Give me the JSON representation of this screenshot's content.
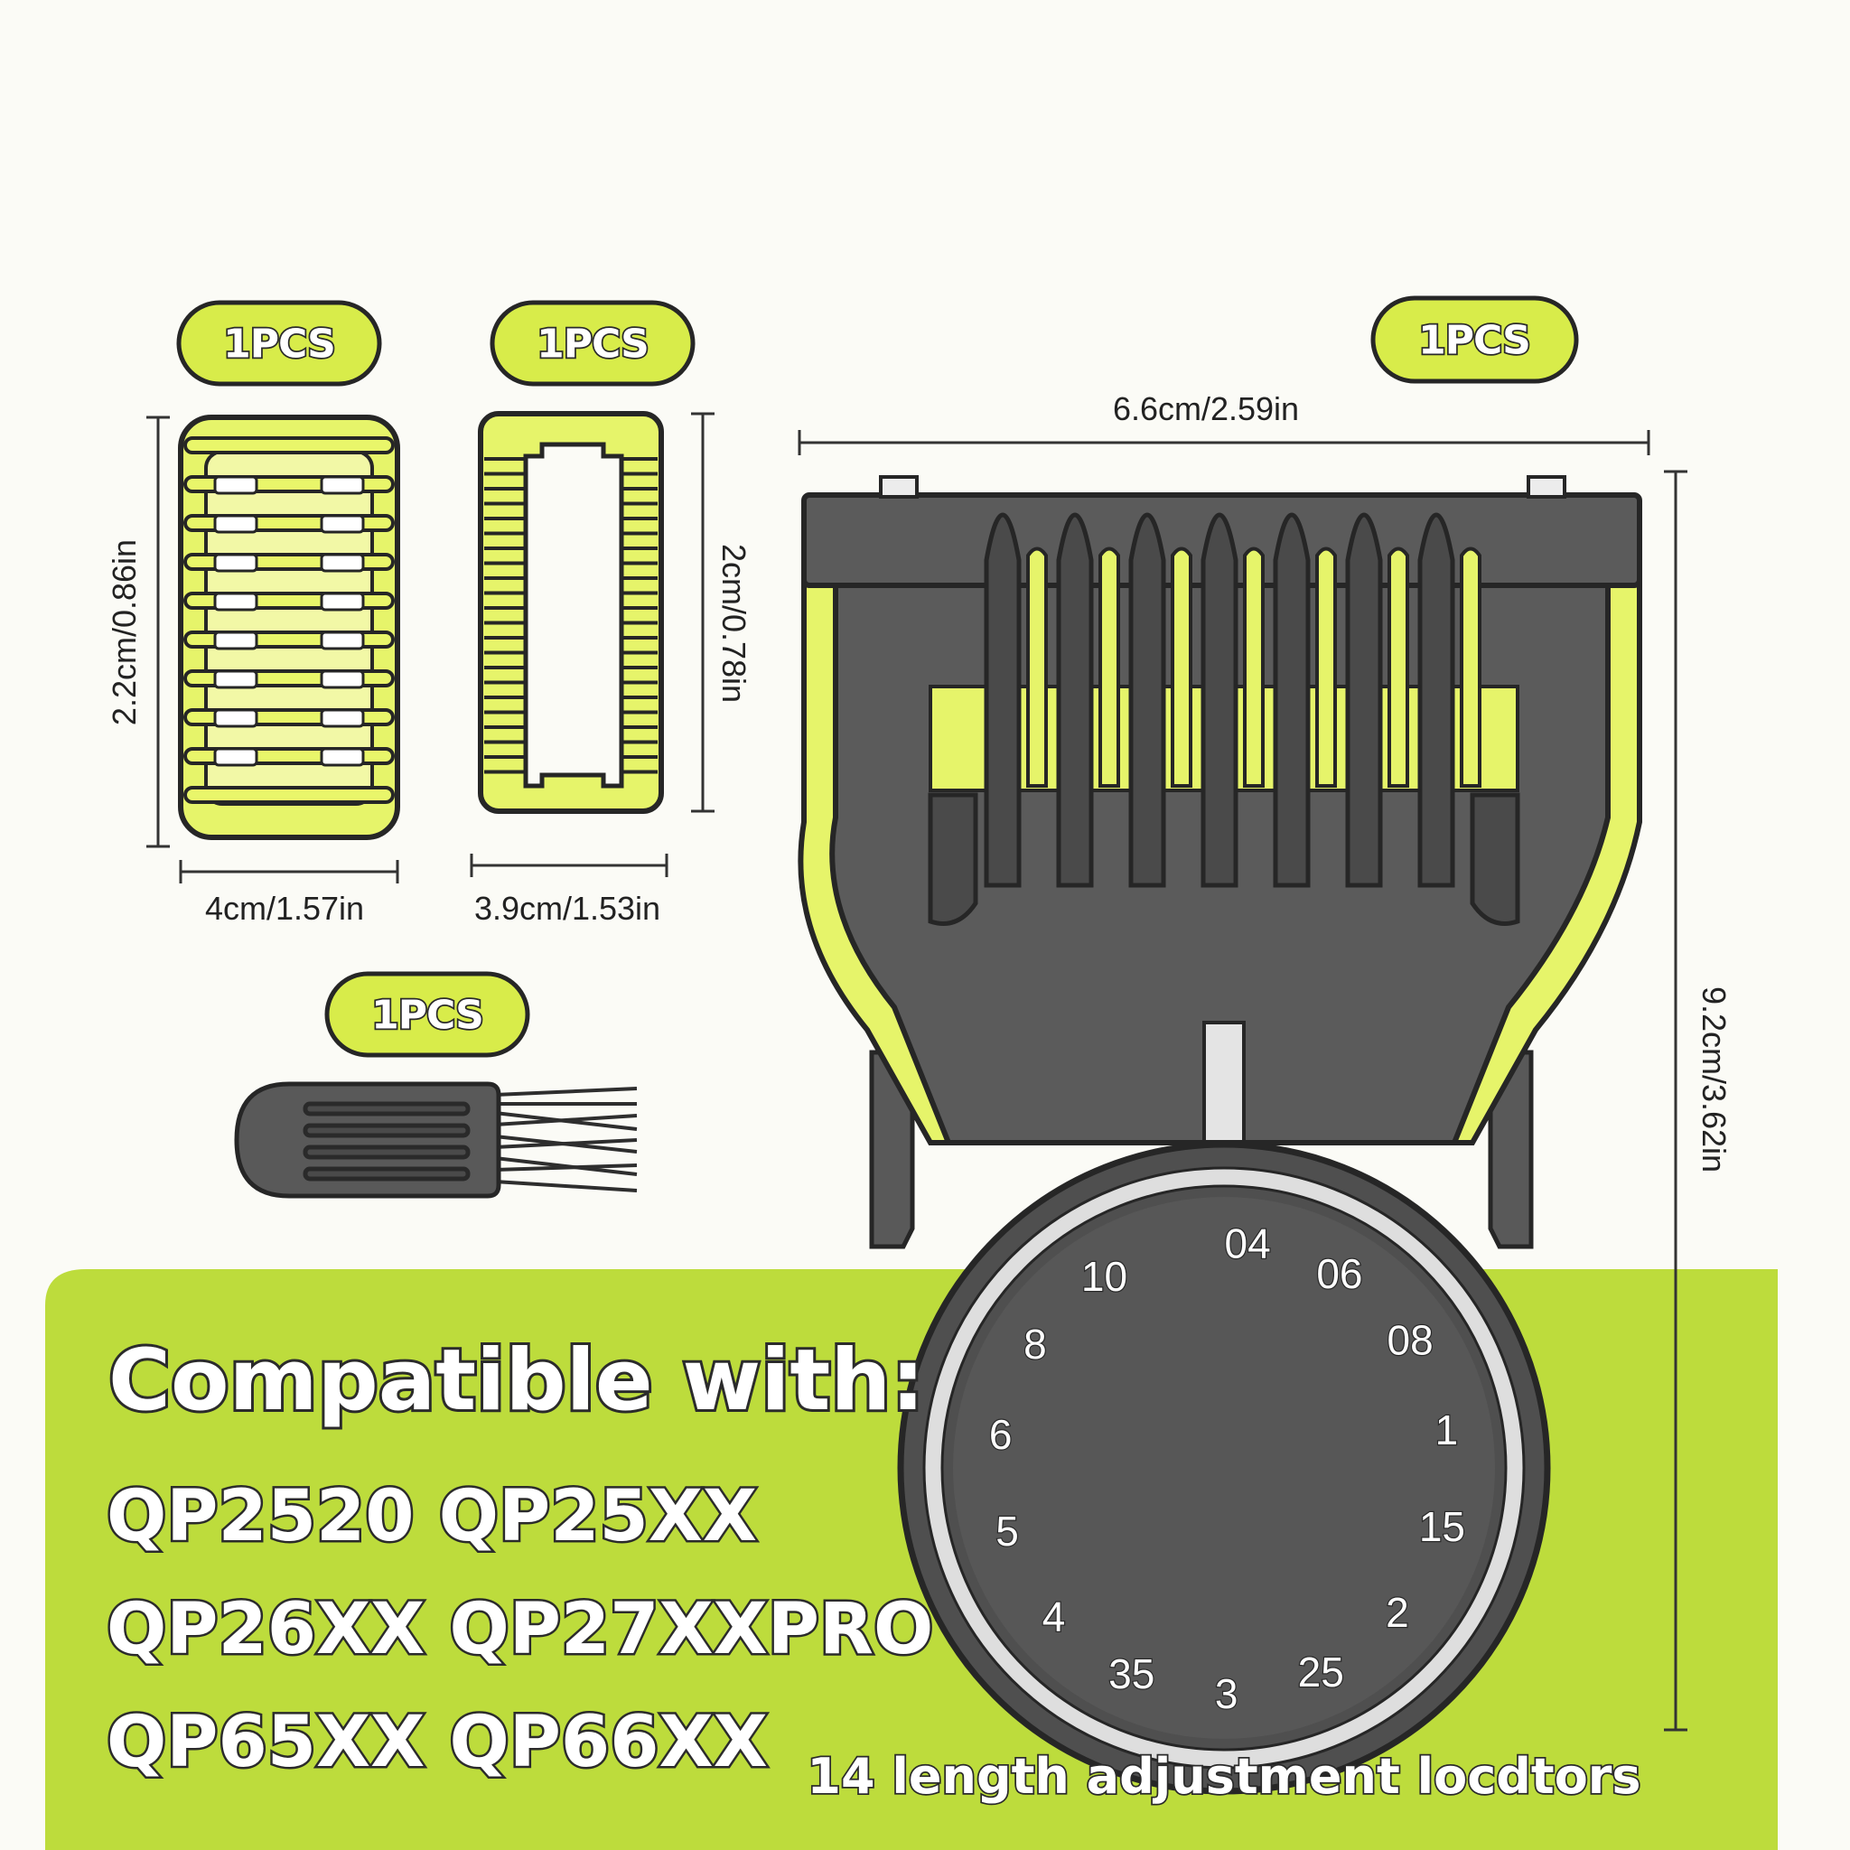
{
  "colors": {
    "accent": "#d8ec4a",
    "accent_light": "#eef77e",
    "banner": "#bddc3c",
    "dark": "#5a5a5a",
    "dark_deep": "#3b3b3b",
    "outline": "#262626"
  },
  "items": {
    "comb_round": {
      "qty_label": "1PCS",
      "height_label": "2.2cm/0.86in",
      "width_label": "4cm/1.57in"
    },
    "comb_rect": {
      "qty_label": "1PCS",
      "height_label": "2cm/0.78in",
      "width_label": "3.9cm/1.53in"
    },
    "brush": {
      "qty_label": "1PCS",
      "icon": "cleaning-brush-icon"
    },
    "guide_comb": {
      "qty_label": "1PCS",
      "width_label": "6.6cm/2.59in",
      "height_label": "9.2cm/3.62in"
    }
  },
  "dial": {
    "labels": [
      "04",
      "06",
      "08",
      "1",
      "15",
      "2",
      "25",
      "3",
      "35",
      "4",
      "5",
      "6",
      "8",
      "10"
    ]
  },
  "compatibility": {
    "title": "Compatible with:",
    "lines": [
      "QP2520 QP25XX",
      "QP26XX QP27XXPRO",
      "QP65XX QP66XX"
    ]
  },
  "footer_note": "14 length adjustment locdtors"
}
